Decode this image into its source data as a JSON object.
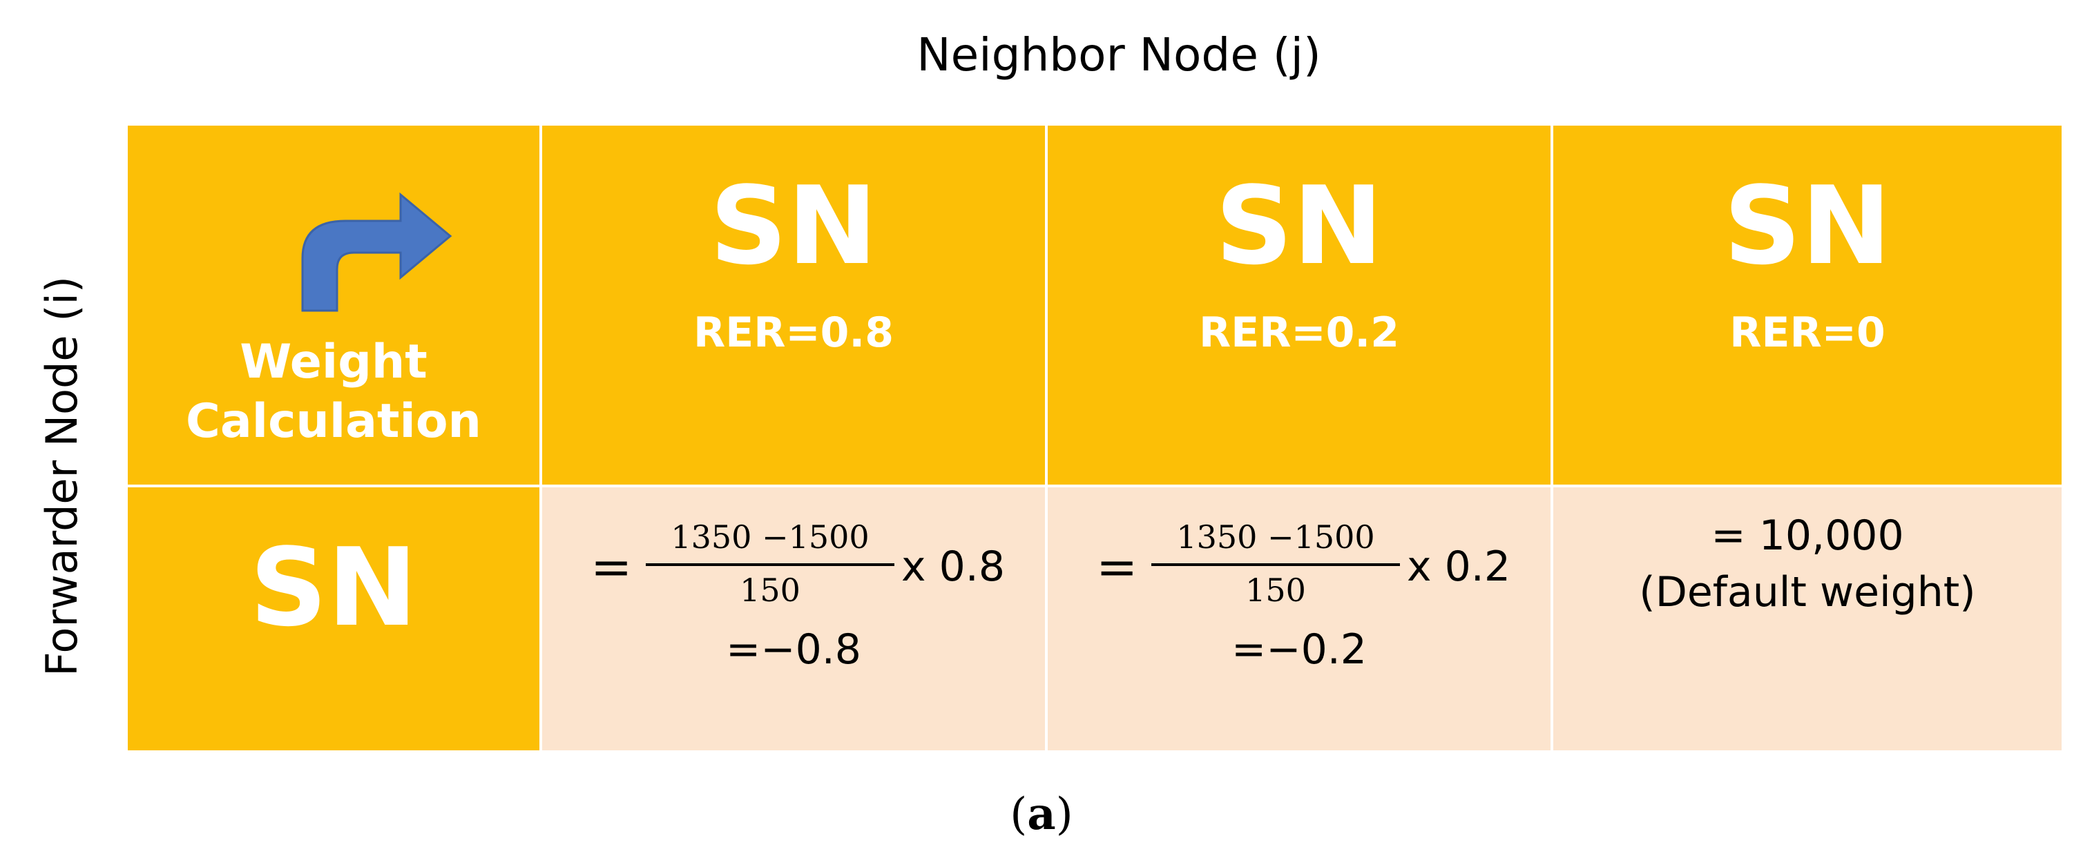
{
  "axis": {
    "column_title": "Neighbor Node (j)",
    "row_title": "Forwarder Node (i)"
  },
  "corner": {
    "icon": "curved-arrow-right-icon",
    "label_line1": "Weight",
    "label_line2": "Calculation"
  },
  "columns": [
    {
      "node": "SN",
      "rer": "RER=0.8"
    },
    {
      "node": "SN",
      "rer": "RER=0.2"
    },
    {
      "node": "SN",
      "rer": "RER=0"
    }
  ],
  "row": {
    "node": "SN",
    "cells": [
      {
        "equals": "=",
        "numerator": "1350 −1500",
        "denominator": "150",
        "multiplier": "x 0.8",
        "result": "=−0.8"
      },
      {
        "equals": "=",
        "numerator": "1350 −1500",
        "denominator": "150",
        "multiplier": "x 0.2",
        "result": "=−0.2"
      },
      {
        "line1": "= 10,000",
        "line2": "(Default weight)"
      }
    ]
  },
  "caption": {
    "open": "(",
    "letter": "a",
    "close": ")"
  },
  "colors": {
    "header_gold": "#fcbf06",
    "body_pale": "#fce4ce",
    "arrow_blue": "#4a77c4"
  }
}
